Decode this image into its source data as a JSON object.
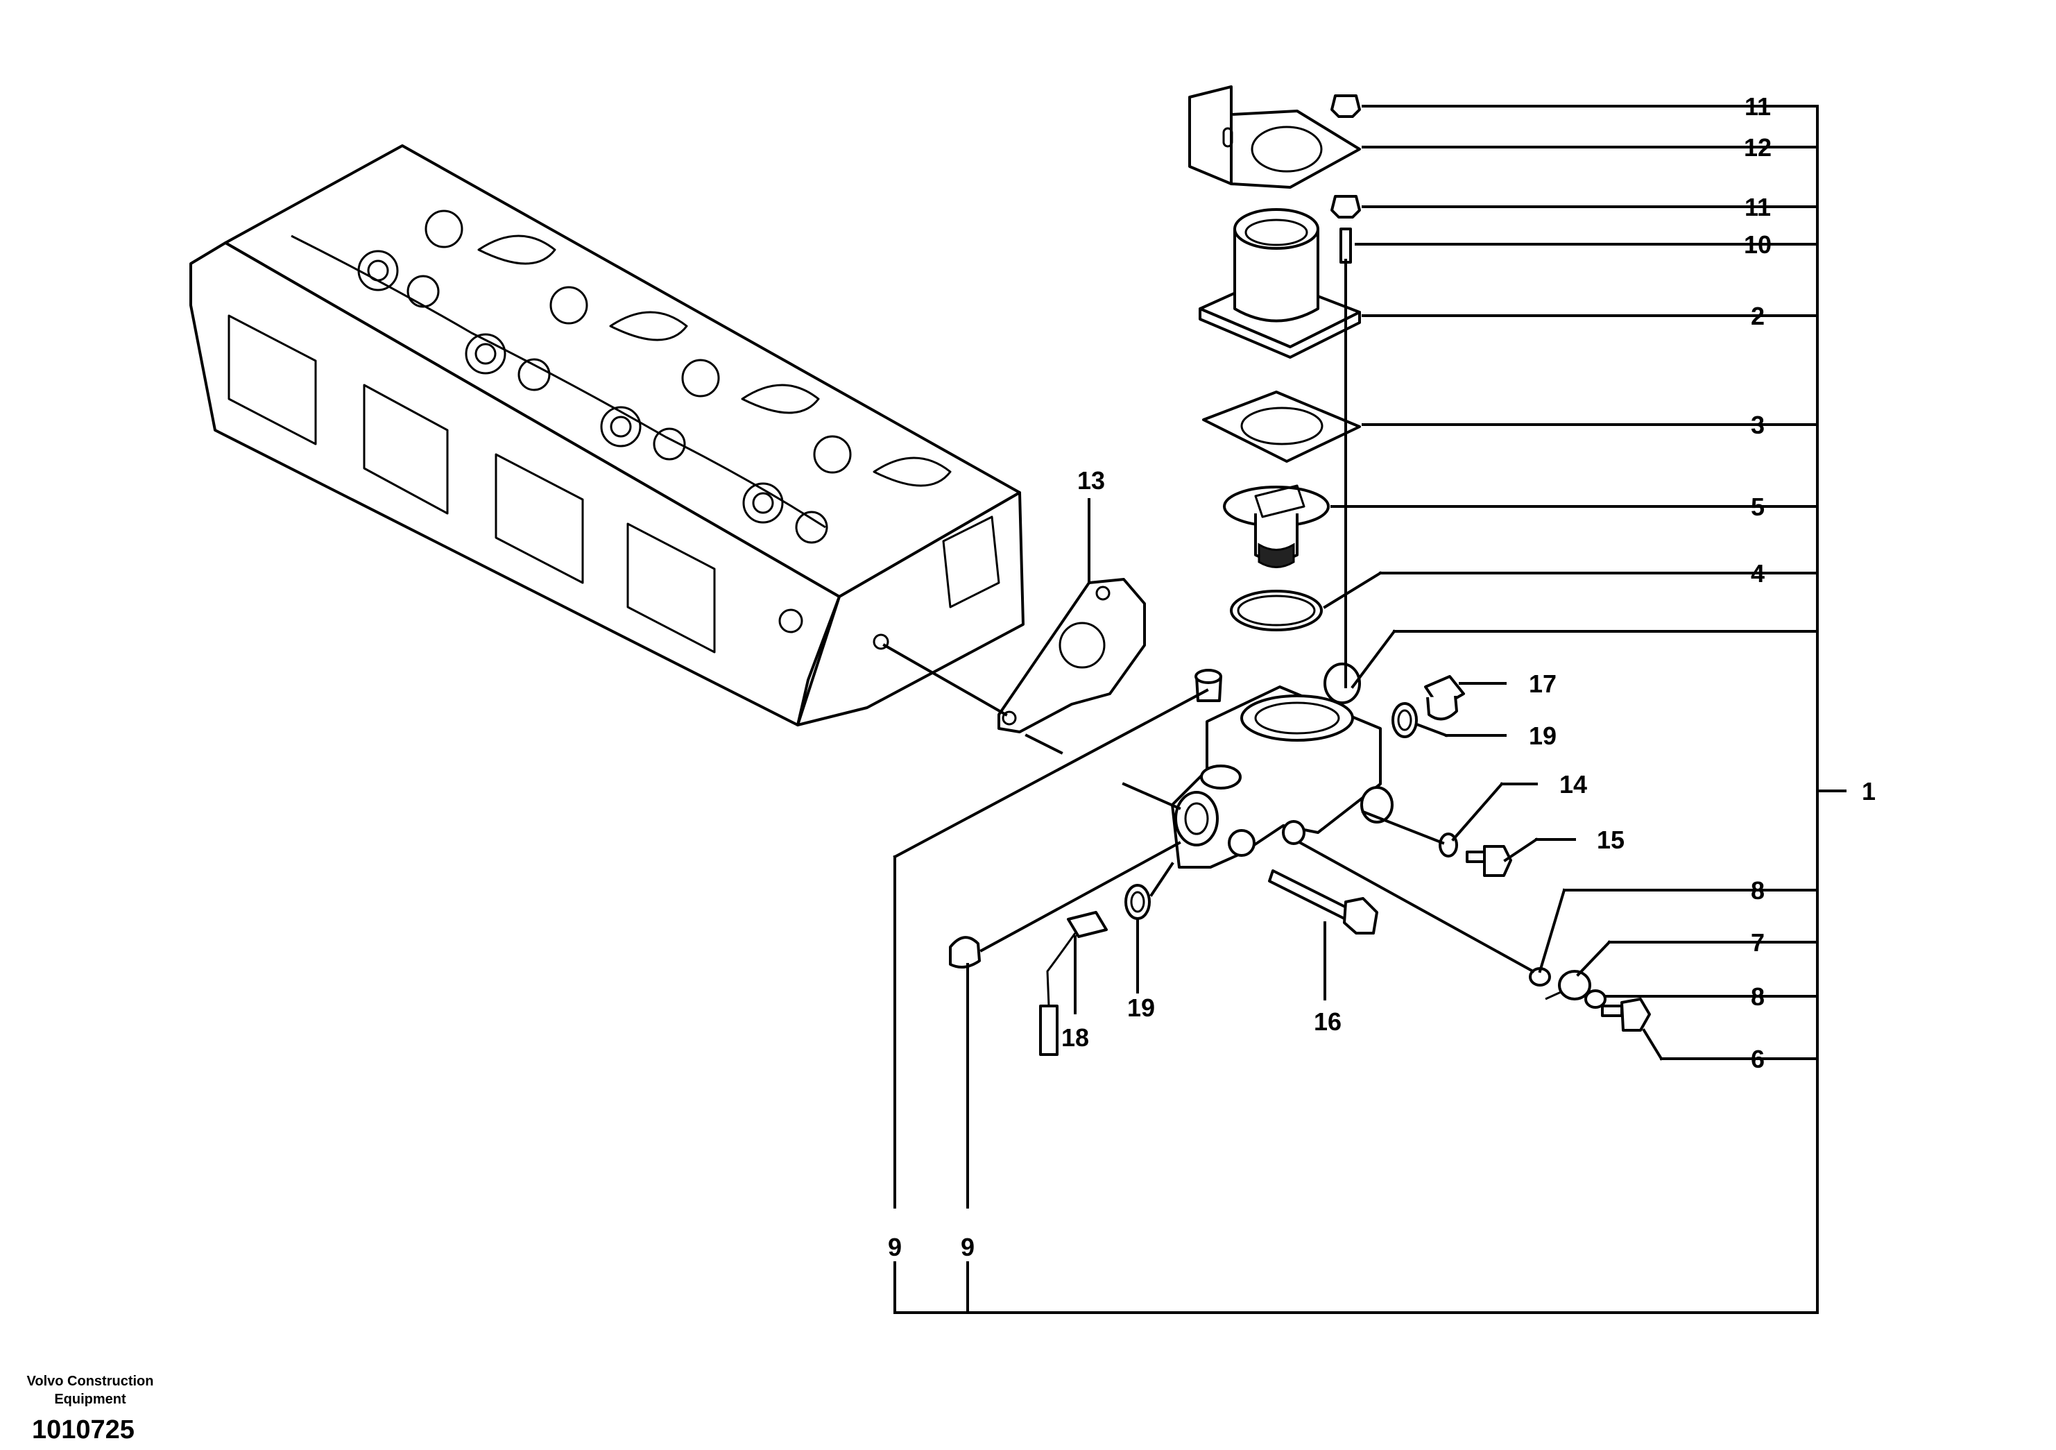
{
  "callouts": {
    "c11a": "11",
    "c12": "12",
    "c11b": "11",
    "c10": "10",
    "c2": "2",
    "c3": "3",
    "c5": "5",
    "c4": "4",
    "c17": "17",
    "c19a": "19",
    "c14": "14",
    "c15": "15",
    "c8a": "8",
    "c7": "7",
    "c8b": "8",
    "c6": "6",
    "c1": "1",
    "c13": "13",
    "c9a": "9",
    "c9b": "9",
    "c18": "18",
    "c19b": "19",
    "c16": "16"
  },
  "footer": {
    "publisher": "Volvo Construction Equipment",
    "doc_number": "1010725"
  }
}
